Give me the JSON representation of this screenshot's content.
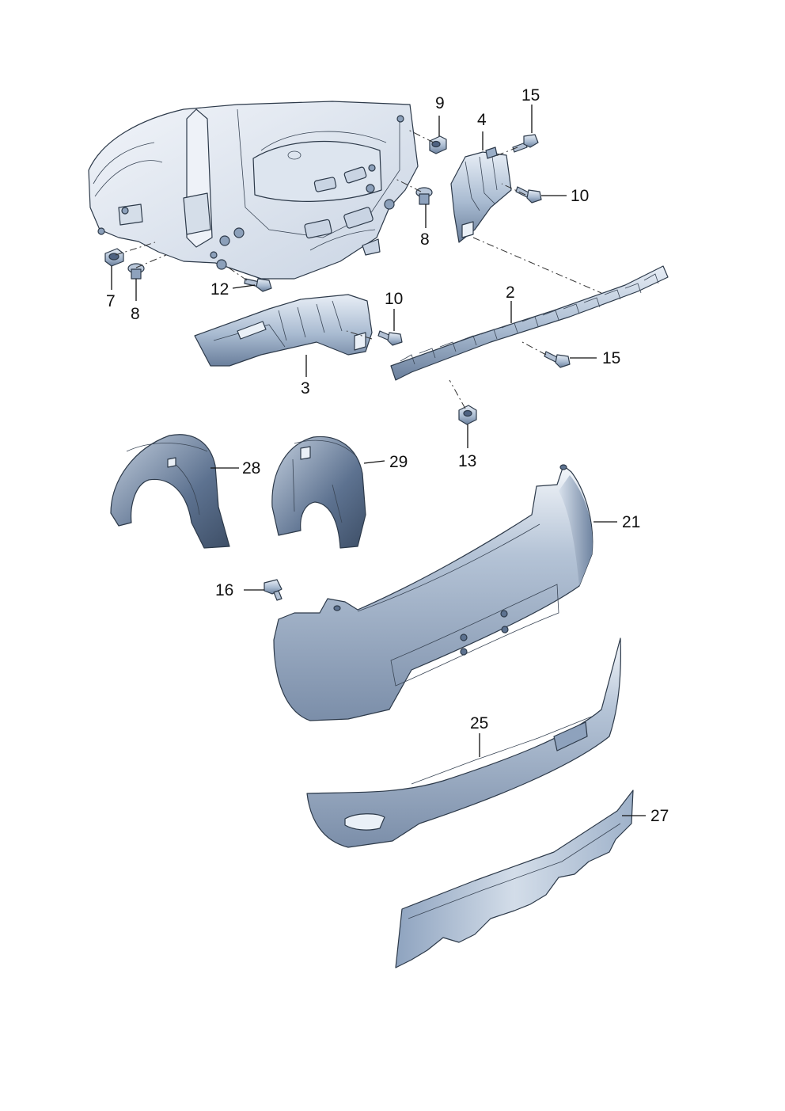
{
  "callouts": {
    "c2": "2",
    "c3": "3",
    "c4": "4",
    "c7": "7",
    "c8a": "8",
    "c8b": "8",
    "c9": "9",
    "c10a": "10",
    "c10b": "10",
    "c12": "12",
    "c13": "13",
    "c15a": "15",
    "c15b": "15",
    "c16": "16",
    "c21": "21",
    "c25": "25",
    "c27": "27",
    "c28": "28",
    "c29": "29"
  },
  "colors": {
    "body_panel": "#dfe6f0",
    "part_light": "#cdd9e8",
    "part_mid": "#a7b9cf",
    "part_dark": "#5f7593",
    "outline": "#2d3a4a"
  }
}
